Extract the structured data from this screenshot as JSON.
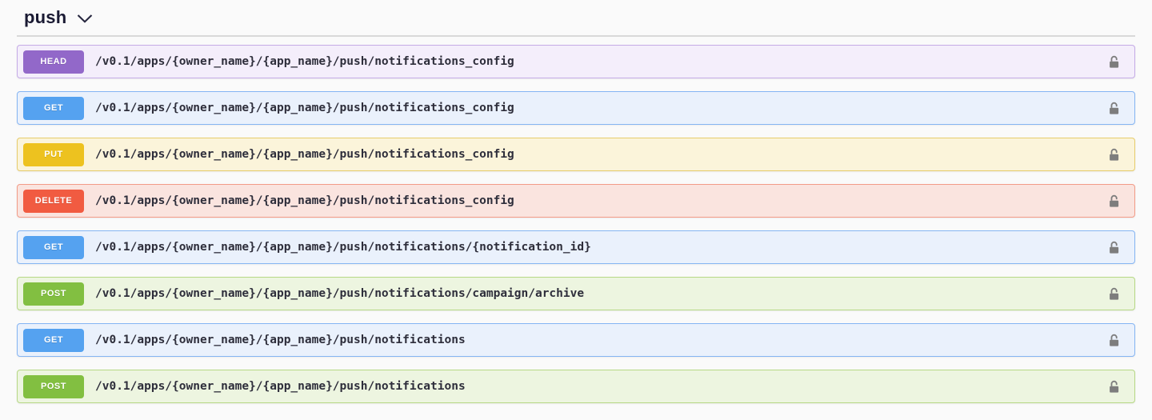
{
  "section": {
    "title": "push",
    "chevron_icon": "chevron-down",
    "divider_color": "#d9d9d9",
    "title_color": "#1a1a33"
  },
  "colors": {
    "methods": {
      "HEAD": {
        "badge": "#9268c9",
        "row_bg": "#f4eefb",
        "row_border": "#c4abe6"
      },
      "GET": {
        "badge": "#55a2f0",
        "row_bg": "#eaf1fc",
        "row_border": "#85b5f3"
      },
      "PUT": {
        "badge": "#edc21f",
        "row_bg": "#fbf4da",
        "row_border": "#e6cc6b"
      },
      "DELETE": {
        "badge": "#f15b41",
        "row_bg": "#fae4df",
        "row_border": "#f29b87"
      },
      "POST": {
        "badge": "#82bf41",
        "row_bg": "#edf5e0",
        "row_border": "#b6d885"
      }
    },
    "lock_icon": "#7d7d7d",
    "path_text": "#2e2e3b",
    "page_bg": "#fafafa"
  },
  "lock_icon": "unlocked-padlock",
  "endpoints": [
    {
      "method": "HEAD",
      "path": "/v0.1/apps/{owner_name}/{app_name}/push/notifications_config"
    },
    {
      "method": "GET",
      "path": "/v0.1/apps/{owner_name}/{app_name}/push/notifications_config"
    },
    {
      "method": "PUT",
      "path": "/v0.1/apps/{owner_name}/{app_name}/push/notifications_config"
    },
    {
      "method": "DELETE",
      "path": "/v0.1/apps/{owner_name}/{app_name}/push/notifications_config"
    },
    {
      "method": "GET",
      "path": "/v0.1/apps/{owner_name}/{app_name}/push/notifications/{notification_id}"
    },
    {
      "method": "POST",
      "path": "/v0.1/apps/{owner_name}/{app_name}/push/notifications/campaign/archive"
    },
    {
      "method": "GET",
      "path": "/v0.1/apps/{owner_name}/{app_name}/push/notifications"
    },
    {
      "method": "POST",
      "path": "/v0.1/apps/{owner_name}/{app_name}/push/notifications"
    }
  ]
}
